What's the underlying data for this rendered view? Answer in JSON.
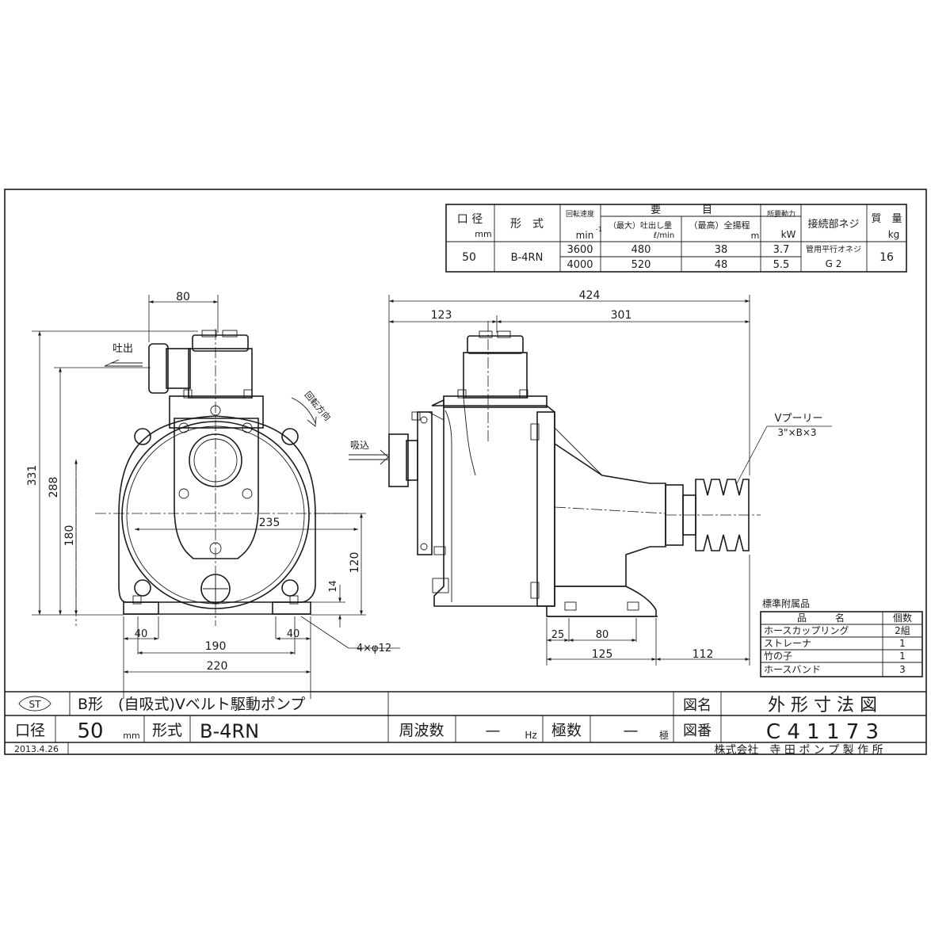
{
  "spec_table": {
    "headers": {
      "bore": "口 径",
      "bore_unit": "mm",
      "model": "形　式",
      "speed": "回転速度",
      "speed_unit": "min",
      "speed_unit_exp": "-1",
      "items": "要　　　　目",
      "flow": "（最大）吐出し量",
      "flow_unit": "ℓ/min",
      "head": "（最高）全揚程",
      "head_unit": "m",
      "power": "所要動力",
      "power_unit": "kW",
      "thread": "接続部ネジ",
      "mass": "質　量",
      "mass_unit": "kg"
    },
    "bore_value": "50",
    "model_value": "B-4RN",
    "rows": [
      {
        "speed": "3600",
        "flow": "480",
        "head": "38",
        "power": "3.7"
      },
      {
        "speed": "4000",
        "flow": "520",
        "head": "48",
        "power": "5.5"
      }
    ],
    "thread_value_1": "管用平行オネジ",
    "thread_value_2": "G 2",
    "mass_value": "16"
  },
  "front_view": {
    "discharge_label": "吐出",
    "rotation_label": "回転方向",
    "dims": {
      "top_80": "80",
      "h_331": "331",
      "h_288": "288",
      "h_180": "180",
      "w_235": "235",
      "h_120": "120",
      "h_14": "14",
      "w_40_left": "40",
      "w_40_right": "40",
      "w_190": "190",
      "w_220": "220",
      "holes": "4×φ12"
    }
  },
  "side_view": {
    "suction_label": "吸込",
    "pulley_label": "Vプーリー",
    "pulley_spec": "3\"×B×3",
    "dims": {
      "w_424": "424",
      "w_123": "123",
      "w_301": "301",
      "w_25": "25",
      "w_80": "80",
      "w_125": "125",
      "w_112": "112"
    }
  },
  "accessories": {
    "title": "標準附属品",
    "col_name": "品　　　名",
    "col_qty": "個数",
    "items": [
      {
        "name": "ホースカップリング",
        "qty": "2組"
      },
      {
        "name": "ストレーナ",
        "qty": "1"
      },
      {
        "name": "竹の子",
        "qty": "1"
      },
      {
        "name": "ホースバンド",
        "qty": "3"
      }
    ]
  },
  "title_block": {
    "logo": "ST",
    "product_name": "B形　(自吸式)Vベルト駆動ポンプ",
    "drawing_name_label": "図名",
    "drawing_name": "外 形 寸 法 図",
    "bore_label": "口径",
    "bore_value": "50",
    "bore_unit": "mm",
    "model_label": "形式",
    "model_value": "B-4RN",
    "freq_label": "周波数",
    "freq_value": "—",
    "freq_unit": "Hz",
    "poles_label": "極数",
    "poles_value": "—",
    "poles_unit": "極",
    "drawing_no_label": "図番",
    "drawing_no": "C 4 1 1 7 3",
    "date": "2013.4.26",
    "company": "株式会社　寺 田 ポ ン プ 製 作 所"
  }
}
